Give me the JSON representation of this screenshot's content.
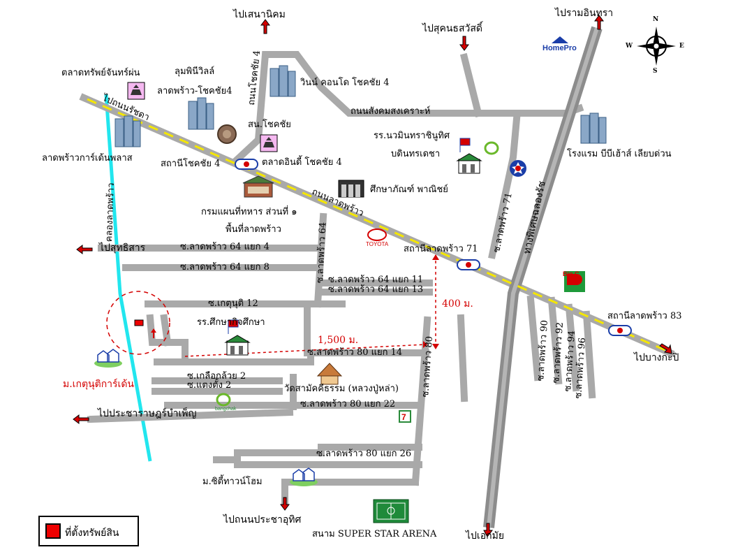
{
  "map": {
    "labels": {
      "to_senanikhom": "ไปเสนานิคม",
      "to_suknasawat": "ไปสุคนธสวัสดิ์",
      "to_ramintra": "ไปรามอินทรา",
      "homepro": "HomePro",
      "compass_n": "N",
      "compass_s": "S",
      "compass_e": "E",
      "compass_w": "W",
      "talad_chan": "ตลาดทรัพย์จันทร์ผ่น",
      "lumpini": "ลุมพินีวิลล์",
      "lumpini2": "ลาดพร้าว-โชคชัย4",
      "road_chokchai4": "ถนนโชคชัย 4",
      "win_condo": "วินน์ คอนโด โชคชัย 4",
      "road_sangkhom": "ถนนสังคมสงเคราะห์",
      "road_ratchada": "ไปถนนรัชดา",
      "sn_chokchai": "สน.โชคชัย",
      "school_nawamin": "รร.นวมินทราชินูทิศ",
      "school_nawamin2": "บดินทรเดชา",
      "hotel_bbh": "โรงแรม บีบีเฮ้าส์ เลียบด่วน",
      "ladprao_garden": "ลาดพร้าวการ์เด้นพลาส",
      "klong_ladprao": "คลองลาดพร้าว",
      "st_chokchai4": "สถานีโชคชัย 4",
      "talad_indy": "ตลาดอินดี้ โชคชัย 4",
      "suksapan": "ศึกษาภัณฑ์ พาณิชย์",
      "krom_paen": "กรมแผนที่ทหาร ส่วนที่ ๑",
      "krom_paen2": "พื้นที่ลาดพร้าว",
      "road_ladprao": "ถนนลาดพร้าว",
      "soi64": "ซ.ลาดพร้าว 64",
      "soi71": "ซ.ลาดพร้าว 71",
      "expressway": "ทางพิเศษฉลองรัช",
      "to_suthisan": "ไปสุทธิสาร",
      "soi64_4": "ซ.ลาดพร้าว 64 แยก 4",
      "soi64_8": "ซ.ลาดพร้าว 64 แยก 8",
      "toyota": "TOYOTA",
      "st_ladprao71": "สถานีลาดพร้าว 71",
      "soi64_11": "ซ.ลาดพร้าว 64 แยก 11",
      "soi64_13": "ซ.ลาดพร้าว 64 แยก 13",
      "dist_400": "400 ม.",
      "big_c": "Big C",
      "st_ladprao83": "สถานีลาดพร้าว 83",
      "soi_kate12": "ซ.เกตุนุติ 12",
      "school_suksa": "รร.ศึกษากิจศึกษา",
      "dist_1500": "1,500 ม.",
      "soi90": "ซ.ลาดพร้าว 90",
      "soi92": "ซ.ลาดพร้าว 92",
      "soi94": "ซ.ลาดพร้าว 94",
      "soi96": "ซ.ลาดพร้าว 96",
      "to_bangkapi": "ไปบางกะปิ",
      "soi80_14": "ซ.ลาดพร้าว 80 แยก 14",
      "soi80": "ซ.ลาดพร้าว 80",
      "mu_kate": "ม.เกตุนุติการ์เด้น",
      "soi_kluay2": "ซ.เกลือกล้วย 2",
      "soi_taengtang2": "ซ.แตงตั้ง 2",
      "wat_samakkhi": "วัดสามัคคีธรรม (หลวงปู่หล่า)",
      "bangchak": "bangchak",
      "soi80_22": "ซ.ลาดพร้าว 80 แยก 22",
      "to_pracharat": "ไปประชาราษฎร์บำเพ็ญ",
      "soi80_26": "ซ.ลาดพร้าว 80 แยก 26",
      "mu_city": "ม.ซิตี้ทาวน์โฮม",
      "to_pracha_uthit": "ไปถนนประชาอุทิศ",
      "super_star": "สนาม SUPER STAR ARENA",
      "to_ekkamai": "ไปเอกมัย"
    },
    "legend": {
      "label": "ที่ตั้งทรัพย์สิน"
    },
    "colors": {
      "road": "#a9a9a9",
      "expressway": "#8c8c8c",
      "canal": "#22e6ee",
      "main_road_center": "#f4e600",
      "arrow": "#d40000",
      "property": "#ee0000"
    }
  }
}
